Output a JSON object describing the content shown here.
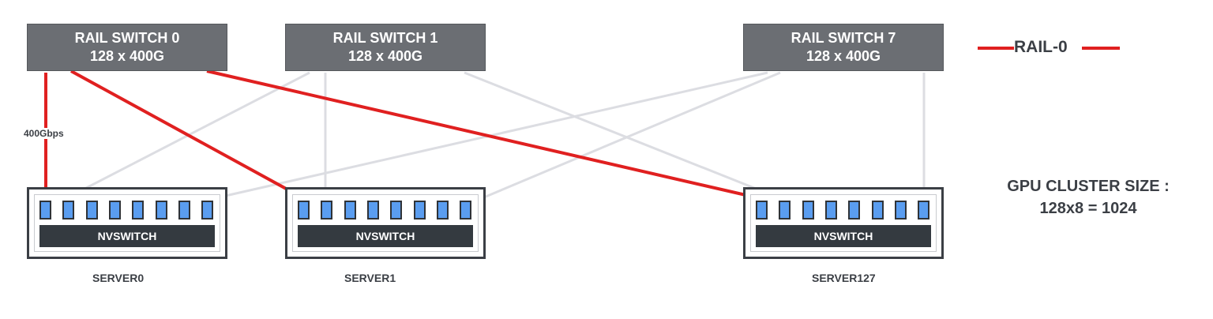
{
  "switches": [
    {
      "name": "RAIL SWITCH 0",
      "spec": "128 x 400G"
    },
    {
      "name": "RAIL SWITCH 1",
      "spec": "128 x 400G"
    },
    {
      "name": "RAIL SWITCH 7",
      "spec": "128 x 400G"
    }
  ],
  "servers": [
    {
      "label": "SERVER0",
      "nvswitch": "NVSWITCH",
      "gpu_count": 8
    },
    {
      "label": "SERVER1",
      "nvswitch": "NVSWITCH",
      "gpu_count": 8
    },
    {
      "label": "SERVER127",
      "nvswitch": "NVSWITCH",
      "gpu_count": 8
    }
  ],
  "link_label": "400Gbps",
  "legend": {
    "label": "RAIL-0",
    "color": "#e02020"
  },
  "cluster_info": {
    "line1": "GPU CLUSTER SIZE :",
    "line2": "128x8 = 1024"
  },
  "colors": {
    "rail0_link": "#e02020",
    "other_link": "#dcdde2",
    "switch_fill": "#6b6e73",
    "gpu_port": "#5a9df0",
    "nvswitch_bar": "#343a40"
  }
}
